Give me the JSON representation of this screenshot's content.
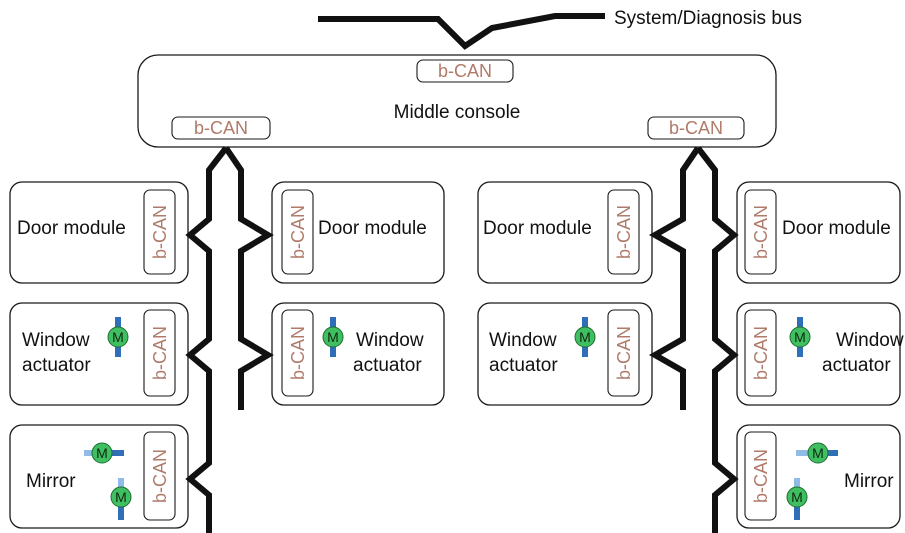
{
  "system_bus": {
    "label": "System/Diagnosis bus"
  },
  "middle_console": {
    "label": "Middle console",
    "tag": "b-CAN"
  },
  "door_module": {
    "label": "Door module",
    "tag": "b-CAN"
  },
  "window_actuator": {
    "line1": "Window",
    "line2": "actuator",
    "tag": "b-CAN"
  },
  "mirror": {
    "label": "Mirror",
    "tag": "b-CAN"
  },
  "motor": {
    "label": "M"
  },
  "colors": {
    "tag_text": "#b07a6a",
    "bus": "#111111",
    "motor": "#3fbf5f",
    "shaft": "#2f6fb8"
  },
  "icons": [
    "motor-icon"
  ]
}
